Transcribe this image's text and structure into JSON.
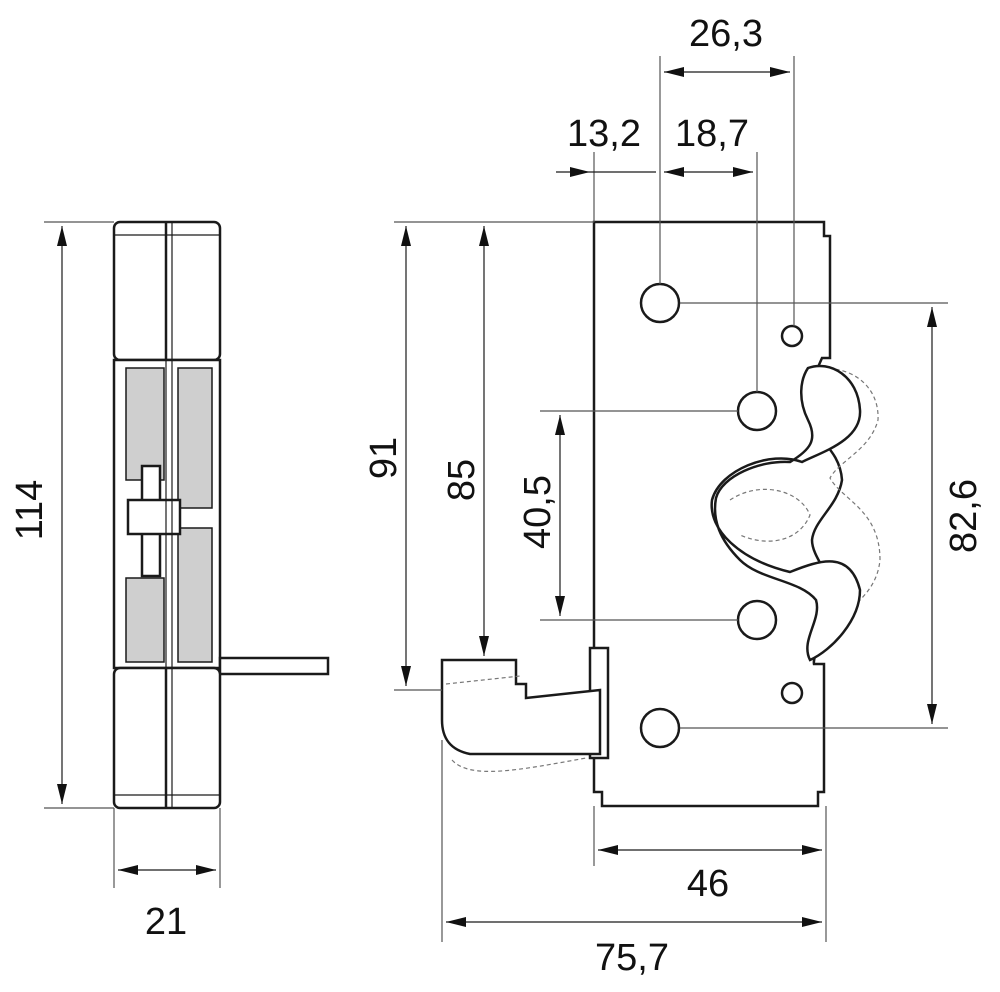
{
  "dimensions": {
    "side_height": "114",
    "side_width": "21",
    "top_26": "26,3",
    "top_13": "13,2",
    "top_18": "18,7",
    "h91": "91",
    "h85": "85",
    "h40": "40,5",
    "h82": "82,6",
    "w46": "46",
    "w75": "75,7"
  },
  "colors": {
    "line": "#1a1a1a",
    "extension": "#555555",
    "spring": "#cfcfcf"
  }
}
